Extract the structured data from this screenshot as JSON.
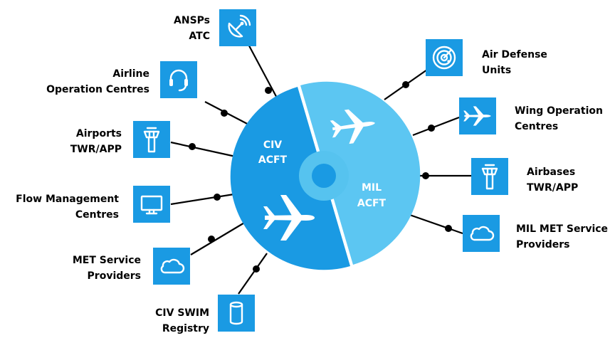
{
  "colors": {
    "civ": "#1a9ae3",
    "mil": "#5cc6f2",
    "tile": "#1a9ae3",
    "hub_ring": "#56c3ef",
    "hub_core": "#1a9ae3"
  },
  "hub": {
    "civ_label": [
      "CIV",
      "ACFT"
    ],
    "mil_label": [
      "MIL",
      "ACFT"
    ]
  },
  "civ_nodes": [
    {
      "name": "ansps-atc",
      "label": [
        "ANSPs",
        "ATC"
      ],
      "icon": "satellite-dish-icon"
    },
    {
      "name": "airline-operation-centres",
      "label": [
        "Airline",
        "Operation Centres"
      ],
      "icon": "headset-icon"
    },
    {
      "name": "airports-twr-app",
      "label": [
        "Airports",
        "TWR/APP"
      ],
      "icon": "control-tower-icon"
    },
    {
      "name": "flow-management-centres",
      "label": [
        "Flow Management",
        "Centres"
      ],
      "icon": "monitor-icon"
    },
    {
      "name": "met-service-providers",
      "label": [
        "MET Service",
        "Providers"
      ],
      "icon": "cloud-icon"
    },
    {
      "name": "civ-swim-registry",
      "label": [
        "CIV SWIM",
        "Registry"
      ],
      "icon": "database-icon"
    }
  ],
  "mil_nodes": [
    {
      "name": "air-defense-units",
      "label": [
        "Air Defense",
        "Units"
      ],
      "icon": "radar-icon"
    },
    {
      "name": "wing-operation-centres",
      "label": [
        "Wing Operation",
        "Centres"
      ],
      "icon": "fighter-jet-icon"
    },
    {
      "name": "airbases-twr-app",
      "label": [
        "Airbases",
        "TWR/APP"
      ],
      "icon": "control-tower-icon"
    },
    {
      "name": "mil-met-service-providers",
      "label": [
        "MIL MET Service",
        "Providers"
      ],
      "icon": "cloud-icon"
    }
  ]
}
